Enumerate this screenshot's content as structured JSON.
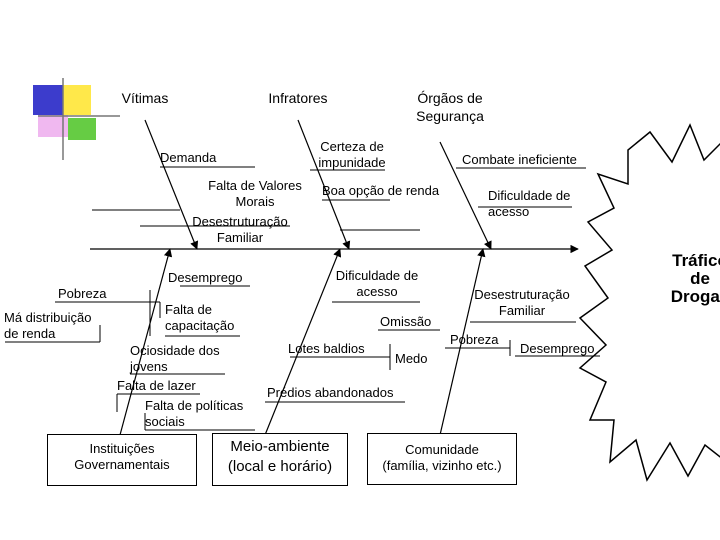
{
  "categories": {
    "vitimas": "Vítimas",
    "infratores": "Infratores",
    "orgaos": "Órgãos de\nSegurança",
    "instituicoes": "Instituições\nGovernamentais",
    "meio_ambiente": "Meio-ambiente\n(local e horário)",
    "comunidade": "Comunidade\n(família, vizinho etc.)"
  },
  "effect": "Tráfico\nde\nDrogas",
  "causes": {
    "demanda": "Demanda",
    "certeza": "Certeza de\nimpunidade",
    "falta_valores": "Falta de Valores\nMorais",
    "desestruturacao_familiar": "Desestruturação\nFamiliar",
    "boa_opcao": "Boa opção de renda",
    "combate": "Combate ineficiente",
    "dificuldade_acesso_1": "Dificuldade de\nacesso",
    "desemprego_1": "Desemprego",
    "pobreza_1": "Pobreza",
    "ma_distribuicao": "Má distribuição\nde renda",
    "falta_capacitacao": "Falta de\ncapacitação",
    "ociosidade": "Ociosidade dos\njovens",
    "falta_lazer": "Falta de lazer",
    "falta_politicas": "Falta de políticas\nsociais",
    "dificuldade_acesso_2": "Dificuldade de\nacesso",
    "omissao": "Omissão",
    "lotes": "Lotes baldios",
    "medo": "Medo",
    "predios": "Prédios abandonados",
    "desestruturacao_familiar_2": "Desestruturação\nFamiliar",
    "pobreza_2": "Pobreza",
    "desemprego_2": "Desemprego"
  },
  "colors": {
    "deco_blue": "#3c3ccc",
    "deco_yellow": "#ffe84a",
    "deco_pink": "#f0b8f0",
    "deco_green": "#66cc44",
    "lines": "#000000"
  }
}
